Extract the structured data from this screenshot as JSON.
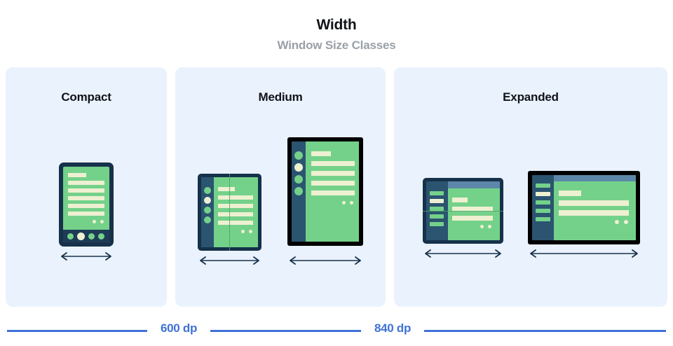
{
  "header": {
    "title": "Width",
    "subtitle": "Window Size Classes"
  },
  "panels": [
    {
      "id": "compact",
      "label": "Compact"
    },
    {
      "id": "medium",
      "label": "Medium"
    },
    {
      "id": "expanded",
      "label": "Expanded"
    }
  ],
  "devices": {
    "phone": {
      "name": "phone-portrait",
      "frame_color": "#16314a",
      "screen_color": "#74d18a"
    },
    "foldable_portrait": {
      "name": "foldable-portrait",
      "frame_color": "#16314a",
      "screen_color": "#74d18a"
    },
    "tablet_portrait": {
      "name": "tablet-portrait",
      "frame_color": "#000000",
      "screen_color": "#74d18a"
    },
    "foldable_landscape": {
      "name": "foldable-landscape",
      "frame_color": "#16314a",
      "screen_color": "#74d18a"
    },
    "tablet_landscape": {
      "name": "tablet-landscape",
      "frame_color": "#000000",
      "screen_color": "#74d18a"
    }
  },
  "ruler": {
    "breakpoints": [
      {
        "label": "600 dp"
      },
      {
        "label": "840 dp"
      }
    ],
    "line_color": "#3f72d7"
  },
  "colors": {
    "panel_bg": "#eaf2fd",
    "page_bg": "#ffffff",
    "title": "#101318",
    "subtitle": "#9aa0a8",
    "accent_blue": "#3f72d7",
    "device_navy": "#16314a",
    "device_black": "#000000",
    "screen_green": "#74d18a",
    "content_cream": "#eef0d2",
    "rail_navy": "#2b5470",
    "appbar_blue": "#5d87a8"
  }
}
